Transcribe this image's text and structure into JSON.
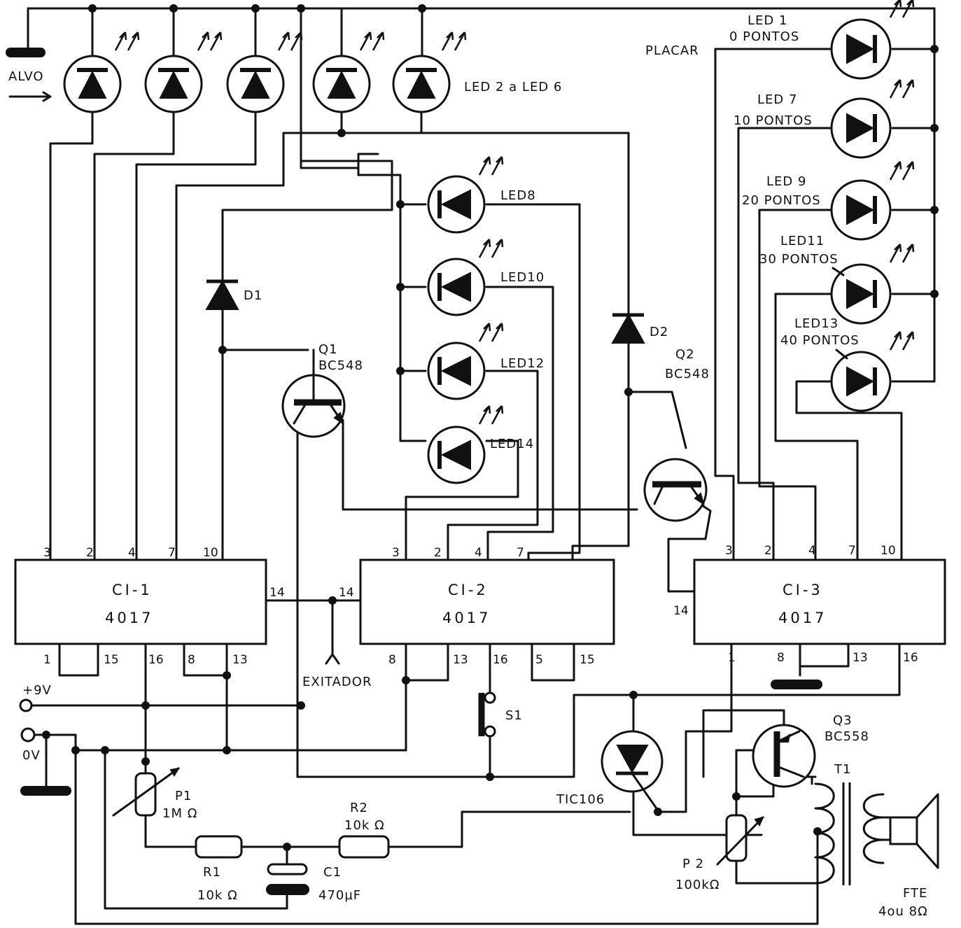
{
  "diagram": {
    "target_labels": {
      "alvo": "ALVO",
      "placar": "PLACAR",
      "led_group": "LED 2 a LED 6",
      "exciter": "EXITADOR"
    },
    "power": {
      "plus": "+9V",
      "zero": "0V"
    },
    "chips": [
      {
        "name": "CI-1",
        "part": "4017",
        "top_pins": [
          "3",
          "2",
          "4",
          "7",
          "10"
        ],
        "side_pin": "14",
        "bottom_pins": [
          "1",
          "15",
          "16",
          "8",
          "13"
        ]
      },
      {
        "name": "CI-2",
        "part": "4017",
        "top_pins": [
          "3",
          "2",
          "4",
          "7"
        ],
        "side_pin": "14",
        "bottom_pins": [
          "8",
          "13",
          "16",
          "5",
          "15"
        ]
      },
      {
        "name": "CI-3",
        "part": "4017",
        "top_pins": [
          "3",
          "2",
          "4",
          "7",
          "10"
        ],
        "side_pin": "14",
        "bottom_pins": [
          "1",
          "8",
          "13",
          "16"
        ]
      }
    ],
    "mid_leds": [
      "LED8",
      "LED10",
      "LED12",
      "LED14"
    ],
    "score_leds": [
      {
        "name": "LED 1",
        "points": "0 PONTOS"
      },
      {
        "name": "LED 7",
        "points": "10 PONTOS"
      },
      {
        "name": "LED 9",
        "points": "20 PONTOS"
      },
      {
        "name": "LED11",
        "points": "30 PONTOS"
      },
      {
        "name": "LED13",
        "points": "40 PONTOS"
      }
    ],
    "diodes": {
      "d1": "D1",
      "d2": "D2"
    },
    "transistors": [
      {
        "name": "Q1",
        "part": "BC548"
      },
      {
        "name": "Q2",
        "part": "BC548"
      },
      {
        "name": "Q3",
        "part": "BC558"
      }
    ],
    "switch": "S1",
    "scr": "TIC106",
    "parts": {
      "p1": {
        "name": "P1",
        "value": "1M Ω"
      },
      "r1": {
        "name": "R1",
        "value": "10k Ω"
      },
      "r2": {
        "name": "R2",
        "value": "10k Ω"
      },
      "c1": {
        "name": "C1",
        "value": "470µF"
      },
      "p2": {
        "name": "P 2",
        "value": "100kΩ"
      },
      "t1": {
        "name": "T1"
      },
      "speaker": {
        "name": "FTE",
        "value": "4ou 8Ω"
      }
    }
  }
}
